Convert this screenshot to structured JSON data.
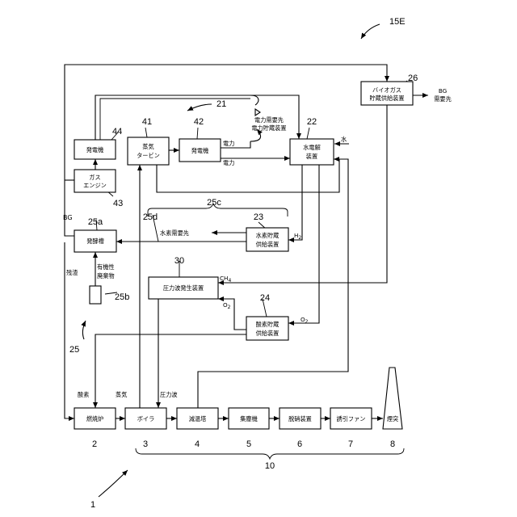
{
  "figure": {
    "ref_main": "1",
    "ref_15e": "15E",
    "ref_21": "21",
    "ref_25": "25",
    "ref_10": "10"
  },
  "boxes": {
    "furnace": {
      "label": "燃焼炉",
      "num": "2"
    },
    "boiler": {
      "label": "ボイラ",
      "num": "3"
    },
    "cooling_tower": {
      "label": "減温塔",
      "num": "4"
    },
    "dust_collector": {
      "label": "集塵機",
      "num": "5"
    },
    "denitration": {
      "label": "脱硝装置",
      "num": "6"
    },
    "induced_fan": {
      "label": "誘引ファン",
      "num": "7"
    },
    "chimney": {
      "label": "煙突",
      "num": "8"
    },
    "generator_44": {
      "label": "発電機",
      "num": "44"
    },
    "gas_engine": {
      "line1": "ガス",
      "line2": "エンジン",
      "num": "43"
    },
    "steam_turbine": {
      "line1": "蒸気",
      "line2": "タービン",
      "num": "41"
    },
    "generator_42": {
      "label": "発電機",
      "num": "42"
    },
    "electrolysis": {
      "line1": "水電解",
      "line2": "装置",
      "num": "22"
    },
    "biogas_supply": {
      "line1": "バイオガス",
      "line2": "貯蔵供給装置",
      "num": "26"
    },
    "fermenter": {
      "label": "発酵槽",
      "num": "25a"
    },
    "h2_storage": {
      "line1": "水素貯蔵",
      "line2": "供給装置",
      "num": "23"
    },
    "pressure_wave": {
      "label": "圧力波発生装置",
      "num": "30"
    },
    "o2_storage": {
      "line1": "酸素貯蔵",
      "line2": "供給装置",
      "num": "24"
    },
    "organic_waste": {
      "num": "25b"
    }
  },
  "labels": {
    "bg_demand_1": "BG",
    "bg_demand_2": "需要先",
    "power_demand_1": "電力需要先",
    "power_demand_2": "電力貯蔵装置",
    "power_a": "電力",
    "power_b": "電力",
    "water": "水",
    "h2": "H",
    "h2_sub": "2",
    "h2_demand": "水素需要先",
    "ch4": "CH",
    "ch4_sub": "4",
    "o2_a": "O",
    "o2_a_sub": "2",
    "o2_b": "O",
    "o2_b_sub": "2",
    "bg": "BG",
    "residue": "残渣",
    "organic_1": "有機性",
    "organic_2": "廃棄物",
    "oxygen": "酸素",
    "steam": "蒸気",
    "pressure_wave": "圧力波",
    "ref_25c": "25c",
    "ref_25d": "25d"
  }
}
